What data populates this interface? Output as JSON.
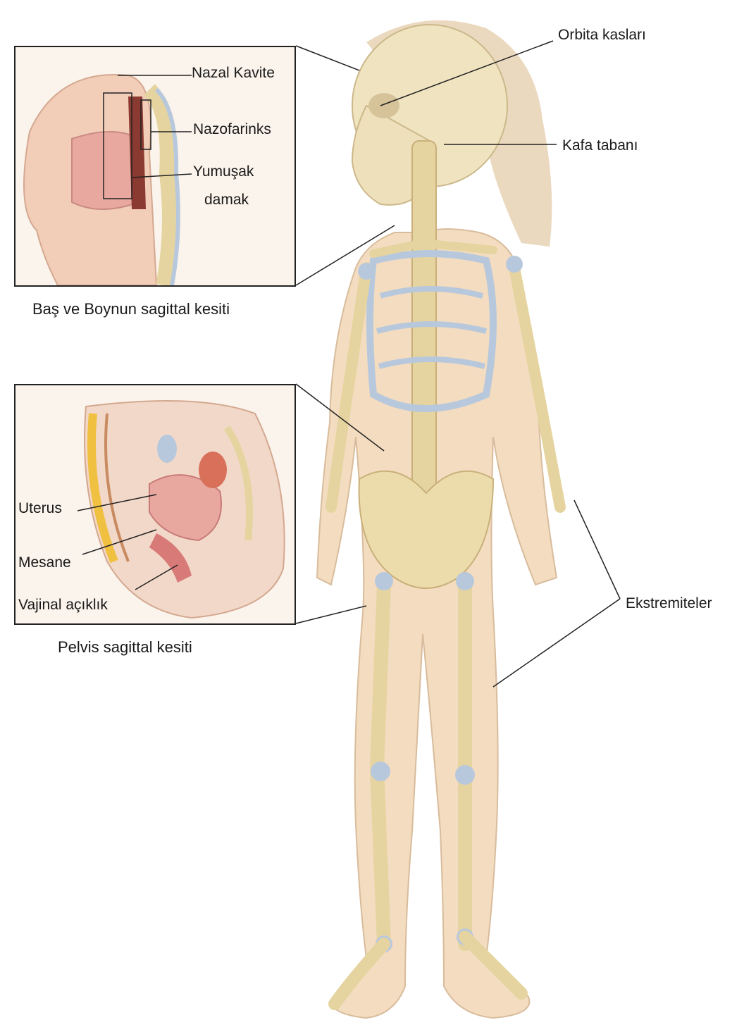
{
  "figure": {
    "labels": {
      "orbita": "Orbita kasları",
      "kafa_tabani": "Kafa tabanı",
      "ekstremiteler": "Ekstremiteler"
    },
    "head_inset": {
      "caption": "Baş ve Boynun sagittal kesiti",
      "labels": {
        "nazal_kavite": "Nazal Kavite",
        "nazofarinks": "Nazofarinks",
        "yumusak_line1": "Yumuşak",
        "yumusak_line2": "damak"
      }
    },
    "pelvis_inset": {
      "caption": "Pelvis sagittal kesiti",
      "labels": {
        "uterus": "Uterus",
        "mesane": "Mesane",
        "vajinal": "Vajinal açıklık"
      }
    },
    "colors": {
      "skin": "#f3dcc0",
      "bone": "#e8d8a8",
      "cartilage": "#b8c8dc",
      "hair": "#e8d2b4",
      "tissue_pink": "#e8a8a0",
      "outline": "#222222"
    }
  }
}
